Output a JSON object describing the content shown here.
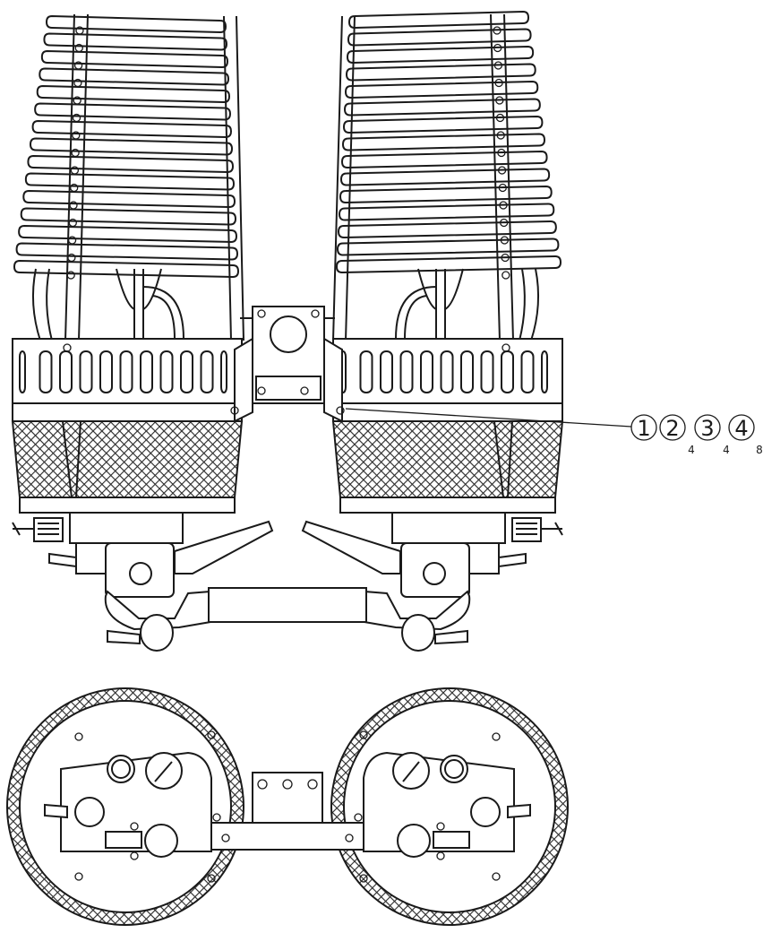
{
  "callouts": [
    {
      "number": "1",
      "quantity": ""
    },
    {
      "number": "2",
      "quantity": "4"
    },
    {
      "number": "3",
      "quantity": "4"
    },
    {
      "number": "4",
      "quantity": "8"
    }
  ],
  "colors": {
    "line": "#1a1a1a",
    "background": "#ffffff",
    "mesh": "#3a3a3a"
  }
}
